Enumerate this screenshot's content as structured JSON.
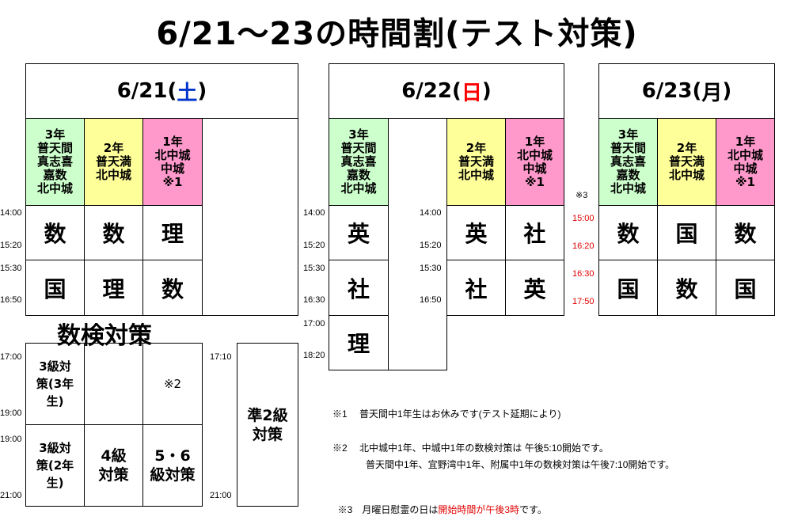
{
  "title": "6/21〜23の時間割(テスト対策)",
  "days": [
    {
      "date": "6/21(",
      "dow": "土",
      "close": ")"
    },
    {
      "date": "6/22(",
      "dow": "日",
      "close": ")"
    },
    {
      "date": "6/23(",
      "dow": "月",
      "close": ")"
    }
  ],
  "grades": {
    "g3": "3年\n普天間\n真志喜\n嘉数\n北中城",
    "g2": "2年\n普天満\n北中城",
    "g1": "1年\n北中城\n中城\n※1"
  },
  "d1": {
    "p1": [
      "数",
      "数",
      "理"
    ],
    "p2": [
      "国",
      "理",
      "数"
    ],
    "times": [
      "14:00",
      "15:20",
      "15:30",
      "16:50"
    ],
    "suken_label": "数検対策",
    "s1": {
      "a": "3級対\n策(3年\n生)",
      "c": "※2"
    },
    "s2": {
      "a": "3級対\n策(2年\n生)",
      "b": "4級\n対策",
      "c": "5・6\n級対策"
    },
    "s_times": [
      "17:00",
      "19:00",
      "19:00",
      "21:00"
    ],
    "jun2": "準2級\n対策",
    "jun_times": [
      "17:10",
      "21:00"
    ]
  },
  "d2": {
    "left": [
      "英",
      "社",
      "理"
    ],
    "left_times": [
      "14:00",
      "15:20",
      "15:30",
      "16:30",
      "17:00",
      "18:20"
    ],
    "right_p1": [
      "英",
      "社"
    ],
    "right_p2": [
      "社",
      "英"
    ],
    "right_times": [
      "14:00",
      "15:20",
      "15:30",
      "16:50"
    ]
  },
  "d3": {
    "mark": "※3",
    "p1": [
      "数",
      "国",
      "数"
    ],
    "p2": [
      "国",
      "数",
      "国"
    ],
    "times": [
      "15:00",
      "16:20",
      "16:30",
      "17:50"
    ]
  },
  "notes": {
    "n1": "※1　 普天間中1年生はお休みです(テスト延期により)",
    "n2a": "※2　 北中城中1年、中城中1年の数検対策は 午後5:10開始です。",
    "n2b": "普天間中1年、宜野湾中1年、附属中1年の数検対策は午後7:10開始です。",
    "n3a": "※3　月曜日慰霊の日は",
    "n3b": "開始時間が午後3時",
    "n3c": "です。"
  }
}
